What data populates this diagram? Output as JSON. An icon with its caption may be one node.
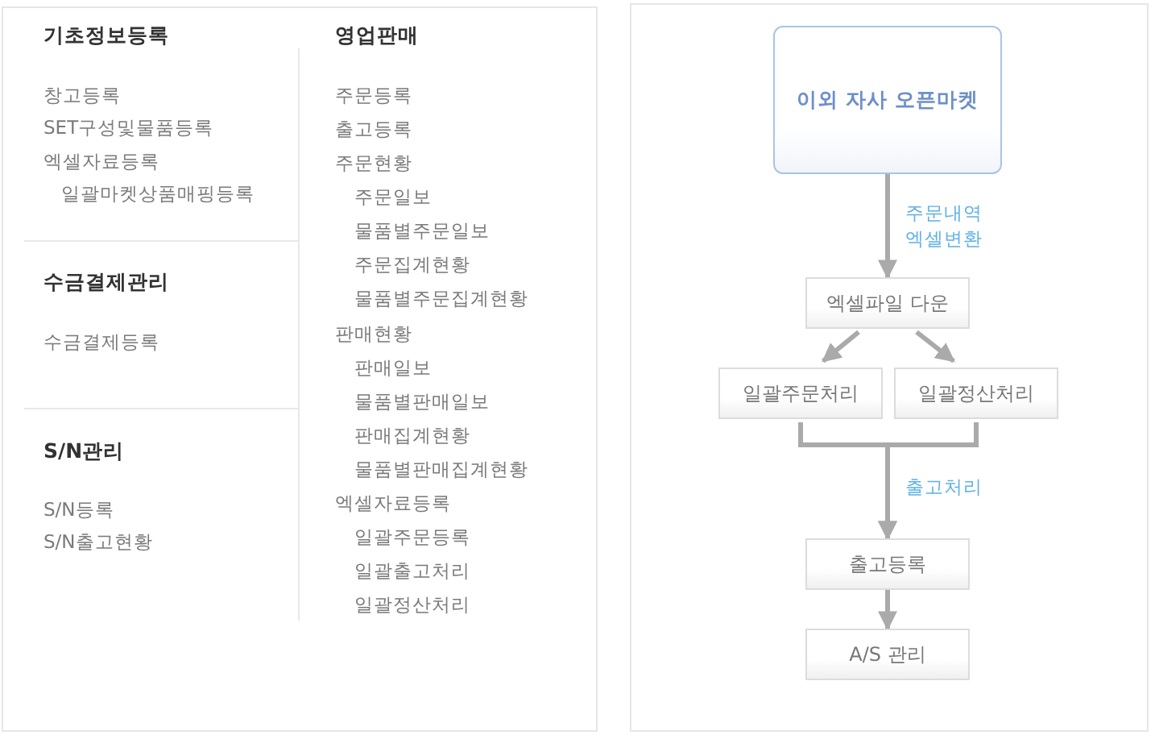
{
  "diagram": {
    "nodes": [
      {
        "text": [
          "이외 자사 오픈마켓"
        ]
      },
      {
        "text": [
          "엑셀파일 다운"
        ]
      },
      {
        "text": [
          "일괄주문처리"
        ]
      },
      {
        "text": [
          "일괄정산처리"
        ]
      },
      {
        "text": [
          "출고등록"
        ]
      },
      {
        "text": [
          "A/S 관리"
        ]
      }
    ],
    "edges": [
      {
        "from": 0,
        "to": 1,
        "arrow": "to",
        "label": "주문내역 엑셀변환"
      },
      {
        "from": 1,
        "to": 2,
        "arrow": "to"
      },
      {
        "from": 1,
        "to": 3,
        "arrow": "to"
      },
      {
        "from": 2,
        "to": 4,
        "arrow": "to",
        "label": "출고처리"
      },
      {
        "from": 3,
        "to": 4,
        "arrow": "to"
      },
      {
        "from": 4,
        "to": 5,
        "arrow": "to"
      }
    ],
    "labels": [
      "기초정보등록",
      "창고등록",
      "SET구성및물품등록",
      "엑셀자료등록",
      "일괄마켓상품매핑등록",
      "수금결제관리",
      "수금결제등록",
      "S/N관리",
      "S/N등록",
      "S/N출고현황",
      "영업판매",
      "주문등록",
      "출고등록",
      "주문현황",
      "주문일보",
      "물품별주문일보",
      "주문집계현황",
      "물품별주문집계현황",
      "판매현황",
      "판매일보",
      "물품별판매일보",
      "판매집계현황",
      "물품별판매집계현황",
      "엑셀자료등록",
      "일괄주문등록",
      "일괄출고처리",
      "일괄정산처리"
    ]
  }
}
